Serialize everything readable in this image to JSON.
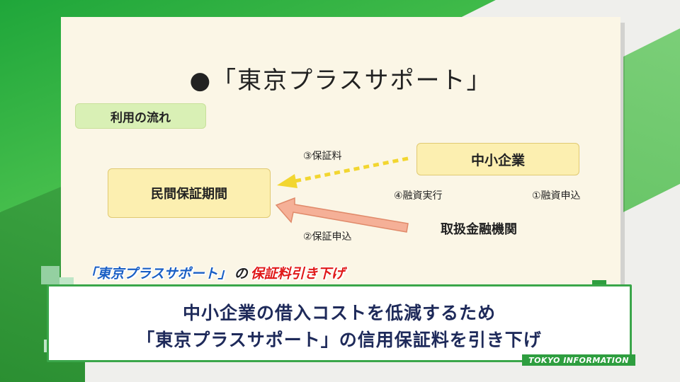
{
  "slide": {
    "title": "●「東京プラスサポート」",
    "flow_label": "利用の流れ",
    "box_guarantee": "民間保証期間",
    "box_sme": "中小企業",
    "label_fee": "③保証料",
    "label_loan": "④融資実行",
    "label_apply1": "①融資申込",
    "label_apply2": "②保証申込",
    "label_bank": "取扱金融機関"
  },
  "headline": {
    "part1": "「東京プラスサポート」",
    "part2": "の",
    "part3": "保証料引き下げ"
  },
  "caption": {
    "line1": "中小企業の借入コストを低減するため",
    "line2": "「東京プラスサポート」の信用保証料を引き下げ"
  },
  "source_tag": "TOKYO INFORMATION",
  "colors": {
    "green": "#3aa64a",
    "headline_blue": "#1a5fc4",
    "headline_red": "#e01818",
    "arrow_yellow": "#f2d630",
    "arrow_salmon": "#f2a98a"
  }
}
